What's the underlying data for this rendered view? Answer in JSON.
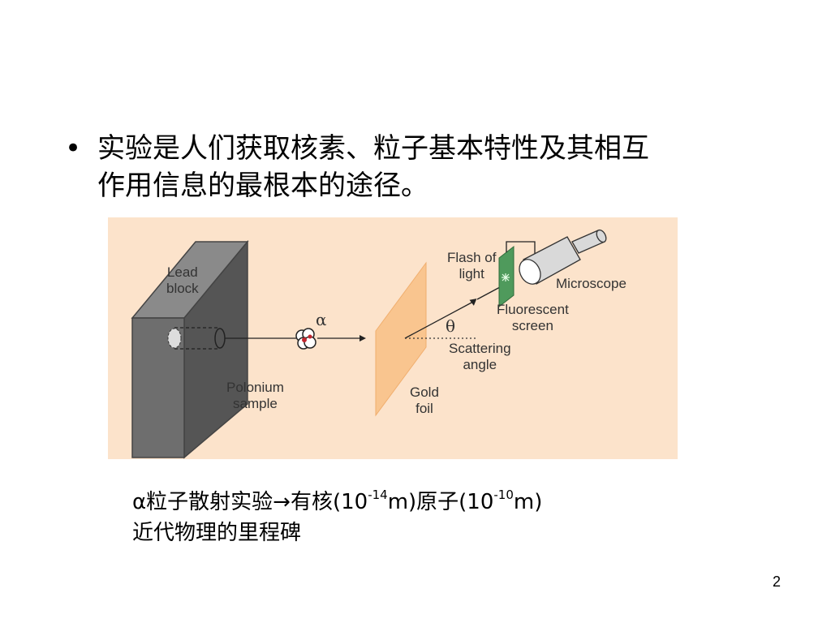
{
  "bullet": {
    "symbol": "•",
    "line1": "实验是人们获取核素、粒子基本特性及其相互",
    "line2": "作用信息的最根本的途径。"
  },
  "figure": {
    "lead_block": [
      "Lead",
      "block"
    ],
    "polonium_sample": [
      "Polonium",
      "sample"
    ],
    "alpha": "α",
    "gold_foil": [
      "Gold",
      "foil"
    ],
    "theta": "θ",
    "scattering_angle": [
      "Scattering",
      "angle"
    ],
    "flash_of_light": [
      "Flash of",
      "light"
    ],
    "fluorescent_screen": [
      "Fluorescent",
      "screen"
    ],
    "microscope": "Microscope",
    "colors": {
      "background": "#fce3cb",
      "block_dark": "#6e6e6e",
      "block_mid": "#8a8a8a",
      "foil": "#f9c58f",
      "screen": "#4f9a5c"
    }
  },
  "caption": {
    "alpha": "α",
    "text1": "粒子散射实验",
    "arrow": "→",
    "text2": "有核(10",
    "exp1": "-14",
    "text3": "m)原子(10",
    "exp2": "-10",
    "text4": "m)",
    "line2": "近代物理的里程碑"
  },
  "page_number": "2"
}
